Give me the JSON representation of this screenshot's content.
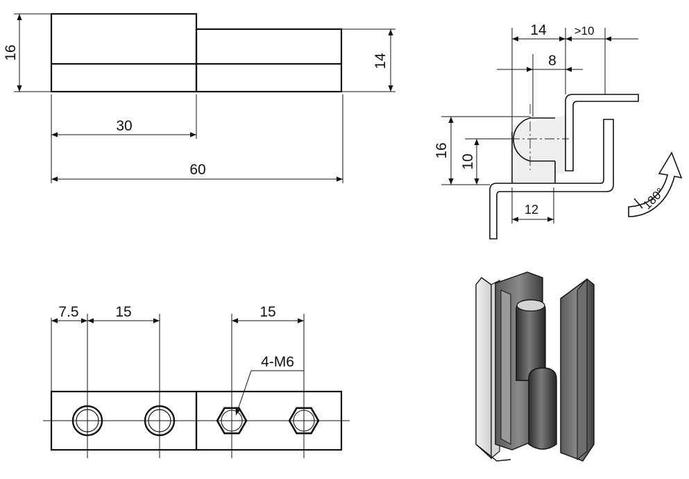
{
  "front_view": {
    "dims": {
      "height_left": "16",
      "height_right": "14",
      "step_length": "30",
      "total_length": "60"
    }
  },
  "side_view": {
    "dims": {
      "width": "14",
      "clearance": ">10",
      "pin_offset": "8",
      "height": "16",
      "pin_diameter": "10",
      "base": "12"
    },
    "rotation": "180°"
  },
  "top_view": {
    "dims": {
      "edge_spacing": "7.5",
      "hole_spacing_left": "15",
      "hole_spacing_right": "15"
    },
    "thread_callout": "4-M6"
  }
}
